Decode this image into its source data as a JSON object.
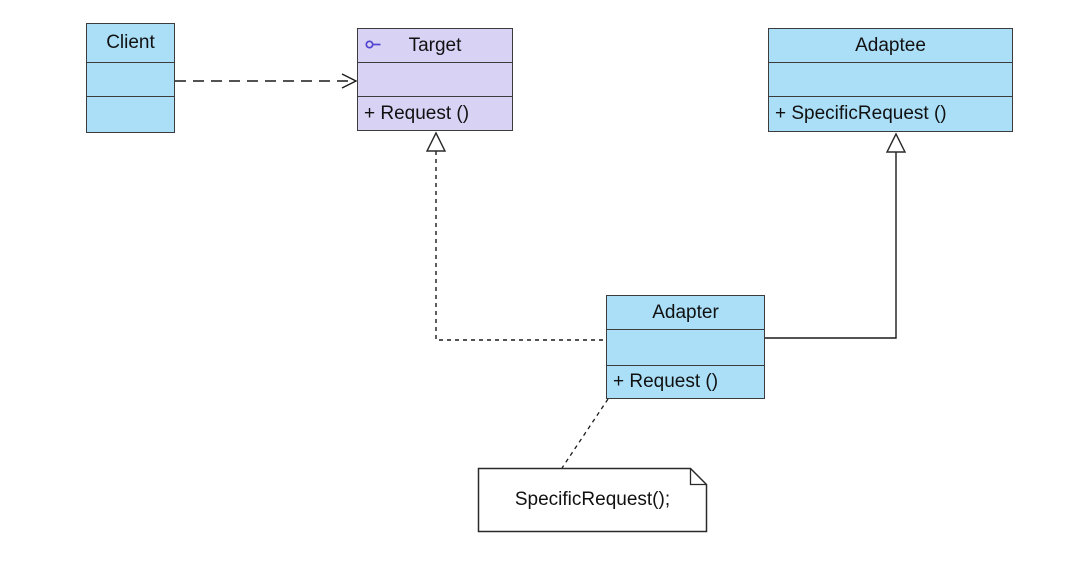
{
  "diagram": {
    "type": "uml-class-diagram",
    "pattern": "Adapter (class adapter) design pattern"
  },
  "classes": {
    "client": {
      "name": "Client",
      "attributes": "",
      "operations": ""
    },
    "target": {
      "name": "Target",
      "attributes": "",
      "operations": "+ Request ()",
      "icon": "interface-lollipop"
    },
    "adaptee": {
      "name": "Adaptee",
      "attributes": "",
      "operations": "+ SpecificRequest ()"
    },
    "adapter": {
      "name": "Adapter",
      "attributes": "",
      "operations": "+ Request ()"
    }
  },
  "note": {
    "text": "SpecificRequest();"
  },
  "relationships": [
    {
      "type": "dependency",
      "from": "Client",
      "to": "Target",
      "line": "dashed",
      "arrowhead": "open-arrow"
    },
    {
      "type": "realization",
      "from": "Adapter",
      "to": "Target",
      "line": "dotted",
      "arrowhead": "hollow-triangle"
    },
    {
      "type": "generalization",
      "from": "Adapter",
      "to": "Adaptee",
      "line": "solid",
      "arrowhead": "hollow-triangle"
    },
    {
      "type": "note-anchor",
      "from": "Adapter",
      "to": "note",
      "line": "dotted",
      "arrowhead": "none"
    }
  ],
  "colors": {
    "class_fill": "#abdff8",
    "interface_fill": "#d8d2f5",
    "border": "#3c3c3c",
    "connector": "#1a1a1a",
    "note_fill": "#ffffff",
    "lollipop_icon": "#5244d0"
  }
}
